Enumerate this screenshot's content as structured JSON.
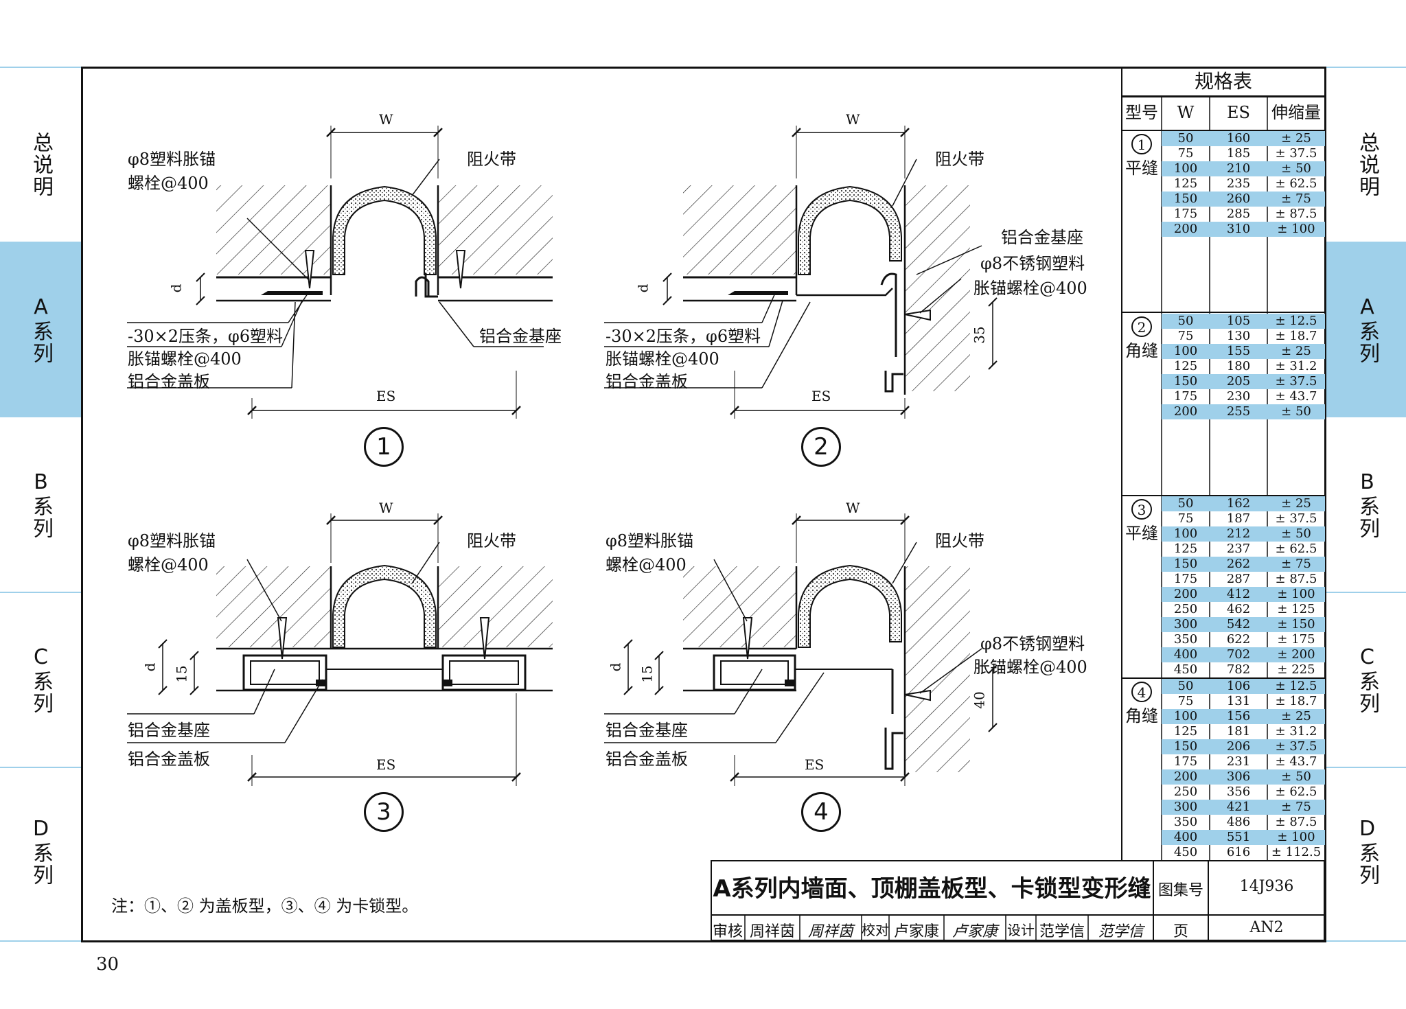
{
  "side_tabs": [
    "总说明",
    "A系列",
    "B系列",
    "C系列",
    "D系列"
  ],
  "page_number": "30",
  "note": "注：①、② 为盖板型，③、④ 为卡锁型。",
  "details": {
    "d1": {
      "marker": "1",
      "labels": {
        "anchor": "φ8塑料胀锚",
        "anchor2": "螺栓@400",
        "fire": "阻火带",
        "strip": "-30×2压条，φ6塑料",
        "strip2": "胀锚螺栓@400",
        "cover": "铝合金盖板",
        "base": "铝合金基座"
      },
      "dims": {
        "w": "W",
        "es": "ES",
        "d": "d"
      }
    },
    "d2": {
      "marker": "2",
      "labels": {
        "fire": "阻火带",
        "base": "铝合金基座",
        "ss": "φ8不锈钢塑料",
        "ss2": "胀锚螺栓@400",
        "strip": "-30×2压条，φ6塑料",
        "strip2": "胀锚螺栓@400",
        "cover": "铝合金盖板"
      },
      "dims": {
        "w": "W",
        "es": "ES",
        "d": "d",
        "v": "35"
      }
    },
    "d3": {
      "marker": "3",
      "labels": {
        "anchor": "φ8塑料胀锚",
        "anchor2": "螺栓@400",
        "fire": "阻火带",
        "base": "铝合金基座",
        "cover": "铝合金盖板"
      },
      "dims": {
        "w": "W",
        "es": "ES",
        "d": "d",
        "v": "15"
      }
    },
    "d4": {
      "marker": "4",
      "labels": {
        "anchor": "φ8塑料胀锚",
        "anchor2": "螺栓@400",
        "fire": "阻火带",
        "ss": "φ8不锈钢塑料",
        "ss2": "胀锚螺栓@400",
        "base": "铝合金基座",
        "cover": "铝合金盖板"
      },
      "dims": {
        "w": "W",
        "es": "ES",
        "d": "d",
        "v": "15",
        "v2": "40"
      }
    }
  },
  "spec_table": {
    "title": "规格表",
    "headers": [
      "型号",
      "W",
      "ES",
      "伸缩量"
    ],
    "groups": [
      {
        "no": "1",
        "name": "平缝",
        "rows": [
          {
            "w": "50",
            "es": "160",
            "m": "± 25",
            "hl": true
          },
          {
            "w": "75",
            "es": "185",
            "m": "± 37.5",
            "hl": false
          },
          {
            "w": "100",
            "es": "210",
            "m": "± 50",
            "hl": true
          },
          {
            "w": "125",
            "es": "235",
            "m": "± 62.5",
            "hl": false
          },
          {
            "w": "150",
            "es": "260",
            "m": "± 75",
            "hl": true
          },
          {
            "w": "175",
            "es": "285",
            "m": "± 87.5",
            "hl": false
          },
          {
            "w": "200",
            "es": "310",
            "m": "± 100",
            "hl": true
          }
        ]
      },
      {
        "no": "2",
        "name": "角缝",
        "rows": [
          {
            "w": "50",
            "es": "105",
            "m": "± 12.5",
            "hl": true
          },
          {
            "w": "75",
            "es": "130",
            "m": "± 18.7",
            "hl": false
          },
          {
            "w": "100",
            "es": "155",
            "m": "± 25",
            "hl": true
          },
          {
            "w": "125",
            "es": "180",
            "m": "± 31.2",
            "hl": false
          },
          {
            "w": "150",
            "es": "205",
            "m": "± 37.5",
            "hl": true
          },
          {
            "w": "175",
            "es": "230",
            "m": "± 43.7",
            "hl": false
          },
          {
            "w": "200",
            "es": "255",
            "m": "± 50",
            "hl": true
          }
        ]
      },
      {
        "no": "3",
        "name": "平缝",
        "rows": [
          {
            "w": "50",
            "es": "162",
            "m": "± 25",
            "hl": true
          },
          {
            "w": "75",
            "es": "187",
            "m": "± 37.5",
            "hl": false
          },
          {
            "w": "100",
            "es": "212",
            "m": "± 50",
            "hl": true
          },
          {
            "w": "125",
            "es": "237",
            "m": "± 62.5",
            "hl": false
          },
          {
            "w": "150",
            "es": "262",
            "m": "± 75",
            "hl": true
          },
          {
            "w": "175",
            "es": "287",
            "m": "± 87.5",
            "hl": false
          },
          {
            "w": "200",
            "es": "412",
            "m": "± 100",
            "hl": true
          },
          {
            "w": "250",
            "es": "462",
            "m": "± 125",
            "hl": false
          },
          {
            "w": "300",
            "es": "542",
            "m": "± 150",
            "hl": true
          },
          {
            "w": "350",
            "es": "622",
            "m": "± 175",
            "hl": false
          },
          {
            "w": "400",
            "es": "702",
            "m": "± 200",
            "hl": true
          },
          {
            "w": "450",
            "es": "782",
            "m": "± 225",
            "hl": false
          }
        ]
      },
      {
        "no": "4",
        "name": "角缝",
        "rows": [
          {
            "w": "50",
            "es": "106",
            "m": "± 12.5",
            "hl": true
          },
          {
            "w": "75",
            "es": "131",
            "m": "± 18.7",
            "hl": false
          },
          {
            "w": "100",
            "es": "156",
            "m": "± 25",
            "hl": true
          },
          {
            "w": "125",
            "es": "181",
            "m": "± 31.2",
            "hl": false
          },
          {
            "w": "150",
            "es": "206",
            "m": "± 37.5",
            "hl": true
          },
          {
            "w": "175",
            "es": "231",
            "m": "± 43.7",
            "hl": false
          },
          {
            "w": "200",
            "es": "306",
            "m": "± 50",
            "hl": true
          },
          {
            "w": "250",
            "es": "356",
            "m": "± 62.5",
            "hl": false
          },
          {
            "w": "300",
            "es": "421",
            "m": "± 75",
            "hl": true
          },
          {
            "w": "350",
            "es": "486",
            "m": "± 87.5",
            "hl": false
          },
          {
            "w": "400",
            "es": "551",
            "m": "± 100",
            "hl": true
          },
          {
            "w": "450",
            "es": "616",
            "m": "± 112.5",
            "hl": false
          }
        ]
      }
    ]
  },
  "title_block": {
    "title": "A系列内墙面、顶棚盖板型、卡锁型变形缝",
    "atlas_label": "图集号",
    "atlas_no": "14J936",
    "review_label": "审核",
    "reviewer": "周祥茵",
    "review_sign": "周祥茵",
    "check_label": "校对",
    "checker": "卢家康",
    "check_sign": "卢家康",
    "design_label": "设计",
    "designer": "范学信",
    "design_sign": "范学信",
    "page_label": "页",
    "page_code": "AN2"
  },
  "colors": {
    "accent": "#9fd0ea",
    "line": "#111111"
  }
}
